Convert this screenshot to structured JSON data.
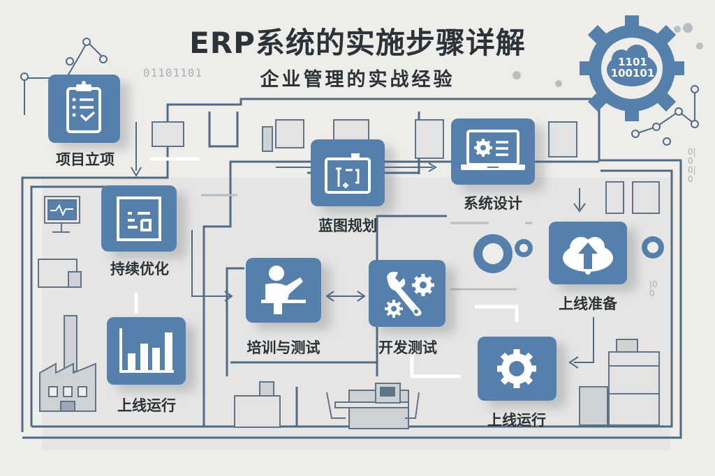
{
  "header": {
    "title": "ERP系统的实施步骤详解",
    "subtitle": "企业管理的实战经验"
  },
  "gear_badge": {
    "line1": "1101",
    "line2": "100101"
  },
  "steps": [
    {
      "label": "项目立项",
      "icon": "clipboard-check-icon"
    },
    {
      "label": "持续优化",
      "icon": "document-panel-icon"
    },
    {
      "label": "上线运行",
      "icon": "bar-chart-icon"
    },
    {
      "label": "蓝图规划",
      "icon": "blueprint-icon"
    },
    {
      "label": "系统设计",
      "icon": "laptop-gear-icon"
    },
    {
      "label": "上线准备",
      "icon": "cloud-upload-icon"
    },
    {
      "label": "培训与测试",
      "icon": "presenter-icon"
    },
    {
      "label": "开发测试",
      "icon": "wrench-gears-icon"
    },
    {
      "label": "上线运行",
      "icon": "gear-icon"
    }
  ],
  "decor": {
    "binary_top": "01101101",
    "binary_right_1": "0|00|0",
    "binary_right_2": "|00"
  },
  "colors": {
    "accent": "#5580ac",
    "line": "#4f6a85",
    "text": "#2b3338",
    "background": "#efedea"
  }
}
